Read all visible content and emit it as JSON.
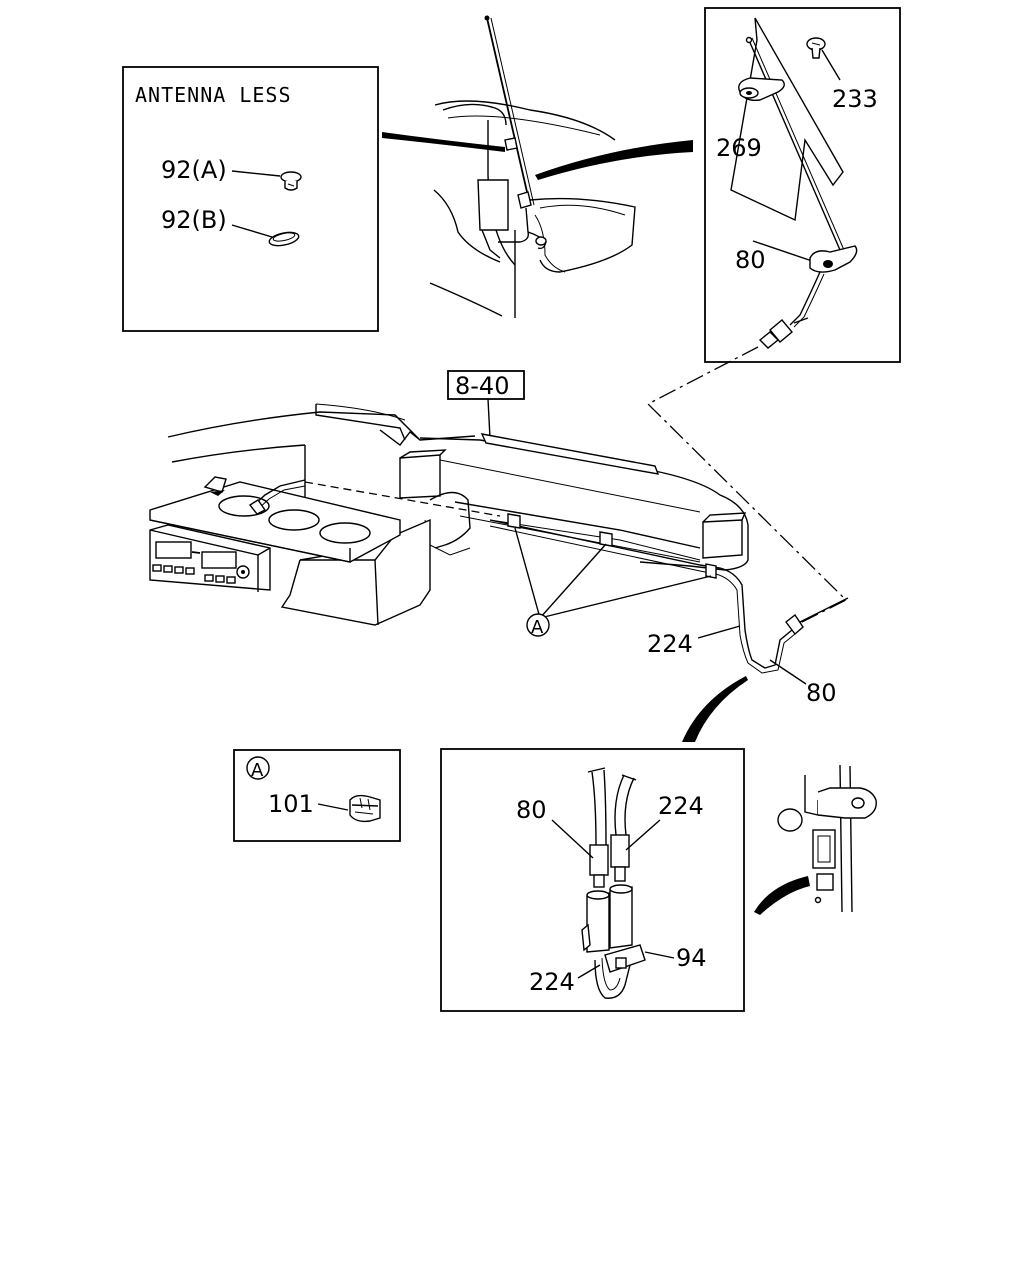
{
  "inset_antenna_less": {
    "title": "ANTENNA LESS",
    "label_92a": "92(A)",
    "label_92b": "92(B)"
  },
  "inset_top_right": {
    "label_233": "233",
    "label_269": "269",
    "label_80": "80"
  },
  "reference_box": "8-40",
  "main": {
    "callout_a": "A",
    "label_224": "224",
    "label_80": "80"
  },
  "inset_a": {
    "marker": "A",
    "label_101": "101"
  },
  "inset_connector": {
    "label_80": "80",
    "label_224_top": "224",
    "label_94": "94",
    "label_224_bottom": "224"
  }
}
